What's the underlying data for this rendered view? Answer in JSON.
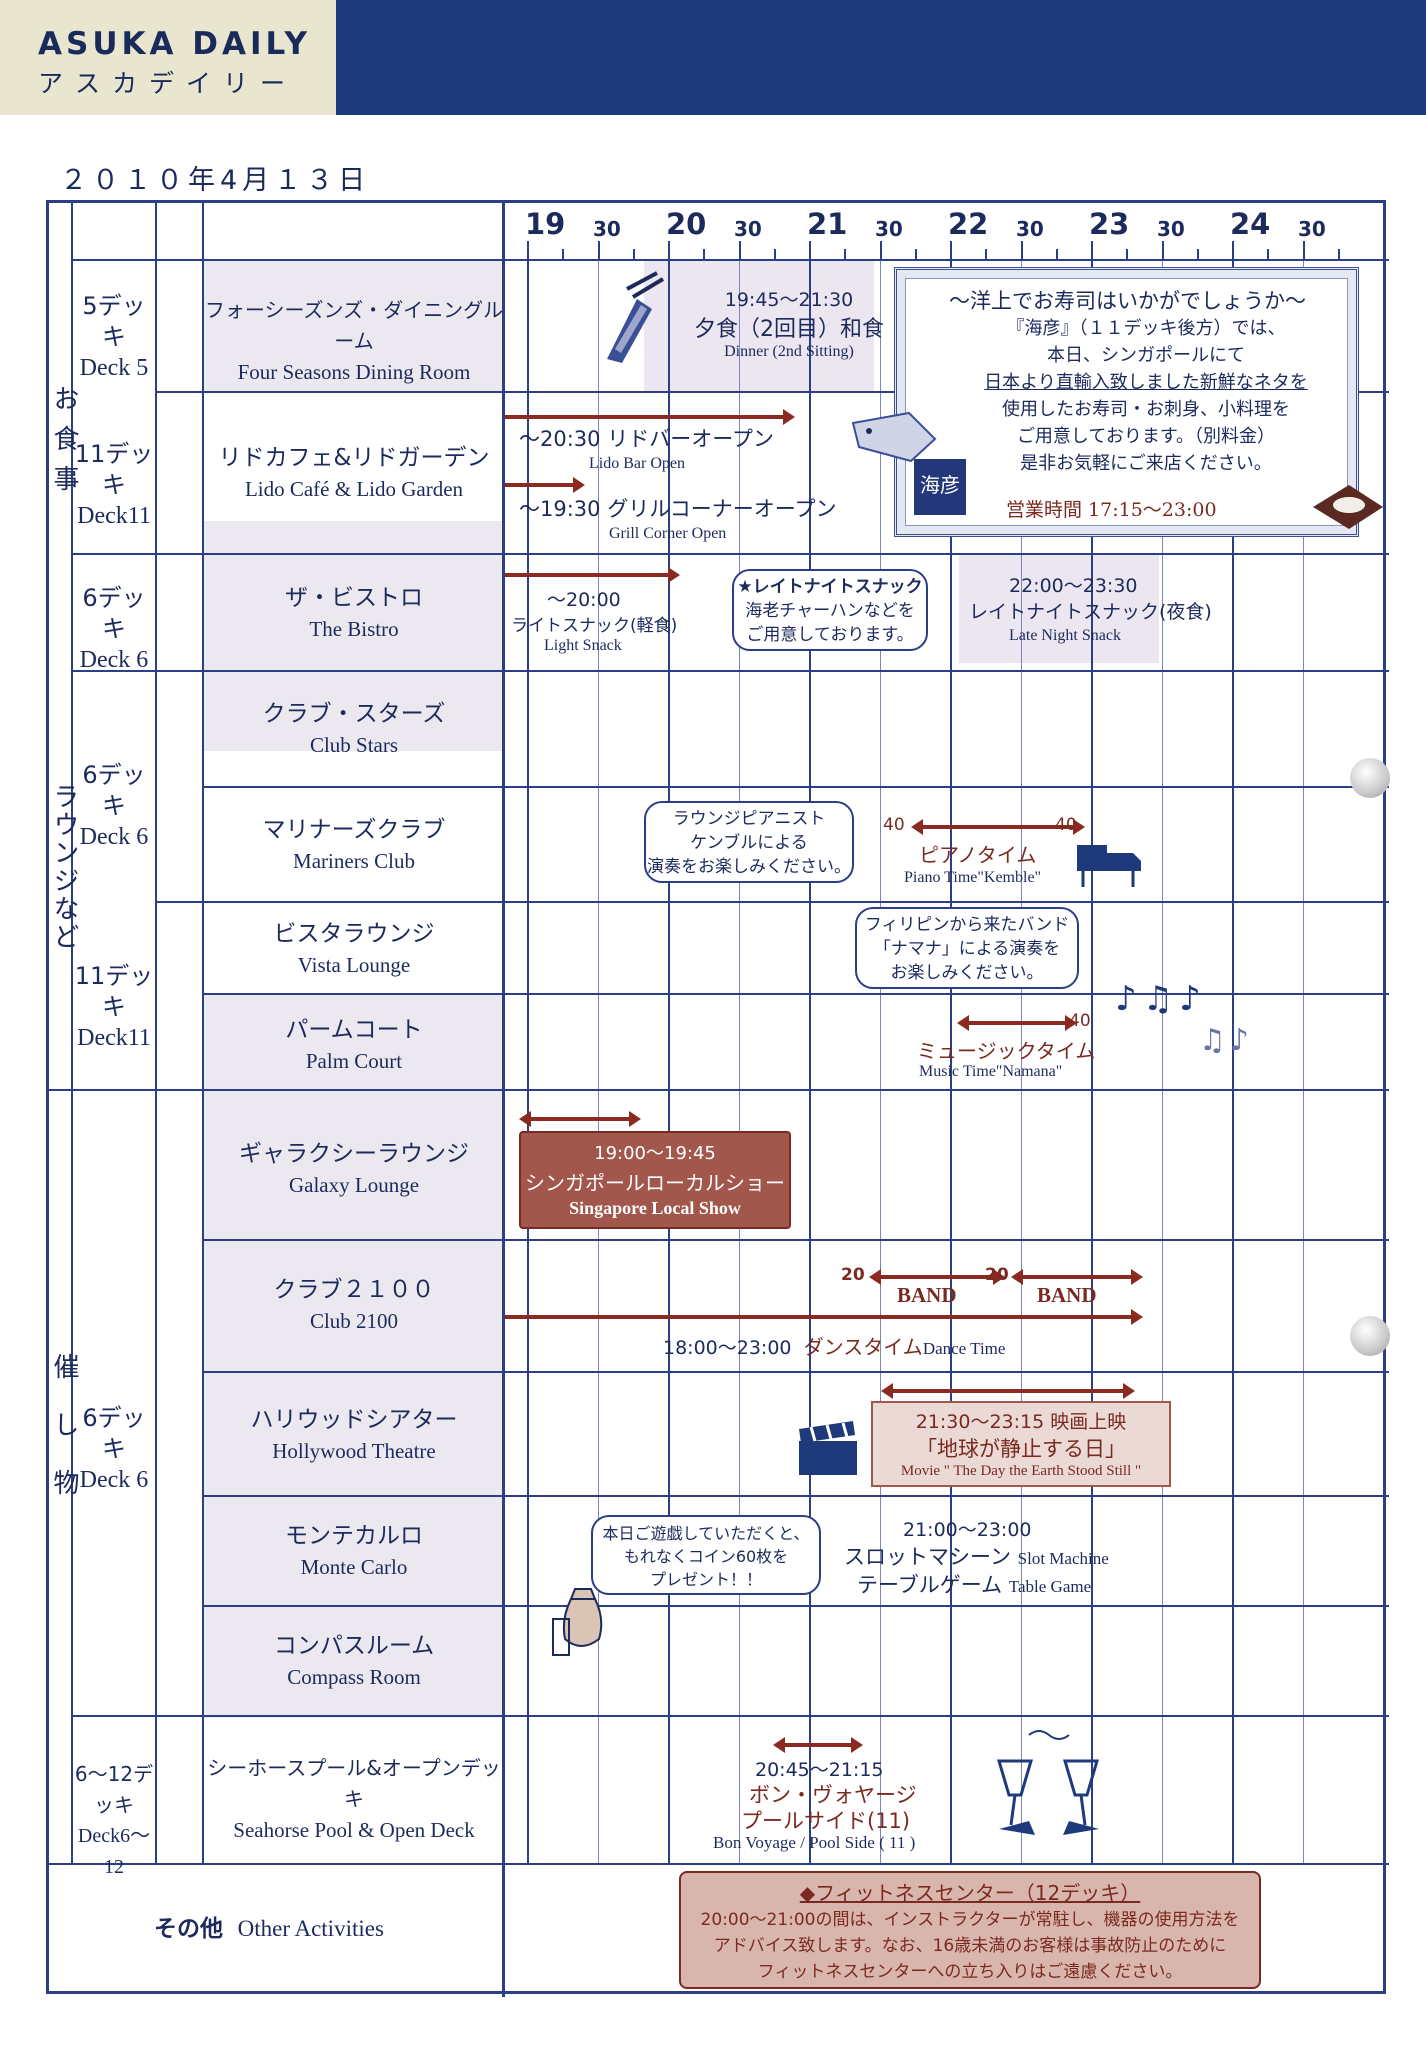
{
  "header": {
    "brand": "ASUKA DAILY",
    "brand_jp": "アスカデイリー"
  },
  "date": "２０１０年4月１３日",
  "timeline": {
    "hours": [
      "19",
      "20",
      "21",
      "22",
      "23",
      "24"
    ],
    "half": "30"
  },
  "categories": {
    "meals": "お食事",
    "lounges": "ラウンジなど",
    "events": "催し物"
  },
  "decks": {
    "d5": {
      "jp": "5デッキ",
      "en": "Deck 5"
    },
    "d11a": {
      "jp": "11デッキ",
      "en": "Deck11"
    },
    "d6a": {
      "jp": "6デッキ",
      "en": "Deck 6"
    },
    "d6b": {
      "jp": "6デッキ",
      "en": "Deck 6"
    },
    "d11b": {
      "jp": "11デッキ",
      "en": "Deck11"
    },
    "d6c": {
      "jp": "6デッキ",
      "en": "Deck 6"
    },
    "d612": {
      "jp": "6〜12デッキ",
      "en": "Deck6〜12"
    }
  },
  "venues": {
    "four_seasons": {
      "jp": "フォーシーズンズ・ダイニングルーム",
      "en": "Four Seasons Dining Room"
    },
    "lido": {
      "jp": "リドカフェ&リドガーデン",
      "en": "Lido Café & Lido Garden"
    },
    "bistro": {
      "jp": "ザ・ビストロ",
      "en": "The Bistro"
    },
    "club_stars": {
      "jp": "クラブ・スターズ",
      "en": "Club Stars"
    },
    "mariners": {
      "jp": "マリナーズクラブ",
      "en": "Mariners Club"
    },
    "vista": {
      "jp": "ビスタラウンジ",
      "en": "Vista Lounge"
    },
    "palm": {
      "jp": "パームコート",
      "en": "Palm Court"
    },
    "galaxy": {
      "jp": "ギャラクシーラウンジ",
      "en": "Galaxy Lounge"
    },
    "club2100": {
      "jp": "クラブ２１００",
      "en": "Club 2100"
    },
    "hollywood": {
      "jp": "ハリウッドシアター",
      "en": "Hollywood Theatre"
    },
    "monte": {
      "jp": "モンテカルロ",
      "en": "Monte Carlo"
    },
    "compass": {
      "jp": "コンパスルーム",
      "en": "Compass Room"
    },
    "seahorse": {
      "jp": "シーホースプール&オープンデッキ",
      "en": "Seahorse Pool & Open Deck"
    }
  },
  "other": {
    "jp": "その他",
    "en": "Other Activities"
  },
  "events": {
    "dinner": {
      "time": "19:45〜21:30",
      "jp": "夕食（2回目）和食",
      "en": "Dinner (2nd Sitting)"
    },
    "sushi": {
      "title": "〜洋上でお寿司はいかがでしょうか〜",
      "lines": [
        "『海彦』（１１デッキ後方）では、",
        "本日、シンガポールにて",
        "日本より直輸入致しました新鮮なネタを",
        "使用したお寿司・お刺身、小料理を",
        "ご用意しております。（別料金）",
        "是非お気軽にご来店ください。"
      ],
      "hours": "営業時間 17:15〜23:00",
      "logo": "海彦"
    },
    "lido_bar": {
      "jp": "〜20:30 リドバーオープン",
      "en": "Lido Bar Open"
    },
    "grill": {
      "jp": "〜19:30 グリルコーナーオープン",
      "en": "Grill Corner Open"
    },
    "light_snack": {
      "time": "〜20:00",
      "jp": "ライトスナック(軽食)",
      "en": "Light Snack"
    },
    "late_note": {
      "title": "★レイトナイトスナック",
      "l1": "海老チャーハンなどを",
      "l2": "ご用意しております。"
    },
    "late_snack": {
      "time": "22:00〜23:30",
      "jp": "レイトナイトスナック(夜食)",
      "en": "Late Night Snack"
    },
    "pianist_note": {
      "l1": "ラウンジピアニスト",
      "l2": "ケンブルによる",
      "l3": "演奏をお楽しみください。"
    },
    "piano": {
      "start": "40",
      "end": "40",
      "jp": "ピアノタイム",
      "en": "Piano Time\"Kemble\""
    },
    "band_note": {
      "l1": "フィリピンから来たバンド",
      "l2": "「ナマナ」による演奏を",
      "l3": "お楽しみください。"
    },
    "music": {
      "end": "40",
      "jp": "ミュージックタイム",
      "en": "Music Time\"Namana\""
    },
    "singapore": {
      "time": "19:00〜19:45",
      "jp": "シンガポールローカルショー",
      "en": "Singapore Local Show"
    },
    "band1": {
      "start": "20",
      "label": "BAND"
    },
    "band2": {
      "start": "20",
      "label": "BAND"
    },
    "dance": {
      "time": "18:00〜23:00",
      "jp": "ダンスタイム",
      "en": "Dance Time"
    },
    "movie": {
      "time": "21:30〜23:15 映画上映",
      "jp": "「地球が静止する日」",
      "en": "Movie \" The Day the Earth Stood Still \""
    },
    "coin_note": {
      "l1": "本日ご遊戯していただくと、",
      "l2": "もれなくコイン60枚を",
      "l3": "プレゼント！！"
    },
    "casino": {
      "time": "21:00〜23:00",
      "l1": "スロットマシーン",
      "l1en": "Slot Machine",
      "l2": "テーブルゲーム",
      "l2en": "Table Game"
    },
    "bonvoyage": {
      "time": "20:45〜21:15",
      "jp1": "ボン・ヴォヤージ",
      "jp2": "プールサイド(11)",
      "en": "Bon Voyage / Pool Side ( 11 )"
    },
    "fitness": {
      "title": "◆フィットネスセンター（12デッキ）",
      "l1": "20:00〜21:00の間は、インストラクターが常駐し、機器の使用方法を",
      "l2": "アドバイス致します。なお、16歳未満のお客様は事故防止のために",
      "l3": "フィットネスセンターへの立ち入りはご遠慮ください。"
    }
  },
  "colors": {
    "navy": "#1f3a7a",
    "beige": "#e8e6cf",
    "maroon": "#8a2a20",
    "box_maroon": "#a2574c"
  }
}
